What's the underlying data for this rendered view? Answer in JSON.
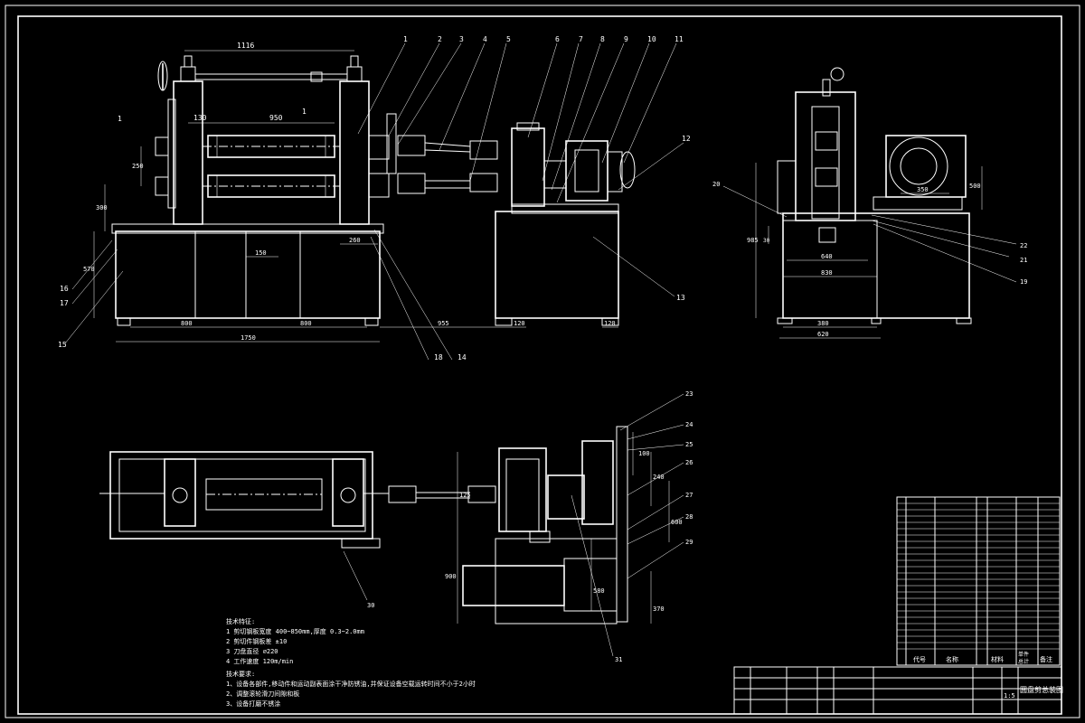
{
  "top_view_labels": {
    "dim_overall_top": "1116",
    "dim_roll_offset": "130",
    "dim_roll_length": "950",
    "dim_roll_gap": "250",
    "dim_height": "300",
    "dim_base_height": "570",
    "dim_base_inner": "150",
    "dim_base_right": "260",
    "dim_left_half": "800",
    "dim_right_half": "800",
    "dim_total_length": "1750",
    "dim_motor_span": "955",
    "dim_leg_left": "120",
    "dim_leg_right": "120",
    "side_label": "1",
    "side_label_2": "1"
  },
  "callouts_top": [
    "1",
    "2",
    "3",
    "4",
    "5",
    "6",
    "7",
    "8",
    "9",
    "10",
    "11",
    "12",
    "13",
    "14",
    "15",
    "16",
    "17",
    "18"
  ],
  "side_view_labels": {
    "dim_motor": "350",
    "dim_width_640": "640",
    "dim_width_830": "830",
    "dim_leg": "380",
    "dim_base": "620",
    "dim_height": "985",
    "dim_inner": "30",
    "dim_top": "500",
    "callout_20": "20",
    "callout_21": "21",
    "callout_22": "22",
    "callout_19": "19"
  },
  "plan_view_labels": {
    "callout_30": "30"
  },
  "detail_view_labels": {
    "dim_top": "100",
    "dim_240": "240",
    "dim_600": "600",
    "dim_580": "580",
    "dim_900": "900",
    "dim_370": "370",
    "dim_125": "125",
    "callouts": [
      "23",
      "24",
      "25",
      "26",
      "27",
      "28",
      "29",
      "31"
    ]
  },
  "tech_spec": {
    "title": "技术特征:",
    "lines": [
      "1 剪切钢板宽度 400~850mm,厚度 0.3~2.0mm",
      "2 剪切件钢板差 ±10",
      "3 刀盘直径 ∅220",
      "4 工作速度 120m/min"
    ],
    "req_title": "技术要求:",
    "req_lines": [
      "1、设备各部件,移动件和运动副表面涂干净防锈油,并保证设备空载运转时间不小于2小时",
      "2、调整滚轮滑刀间隙和板",
      "3、设备打磨不锈涂"
    ]
  },
  "title_block": {
    "drawing_name": "圆盘剪总装图",
    "scale": "1:5",
    "bom_header": [
      "代号",
      "名称",
      "材料",
      "单件",
      "总计",
      "备注"
    ]
  },
  "colors": {
    "background": "#000000",
    "line": "#ffffff"
  }
}
